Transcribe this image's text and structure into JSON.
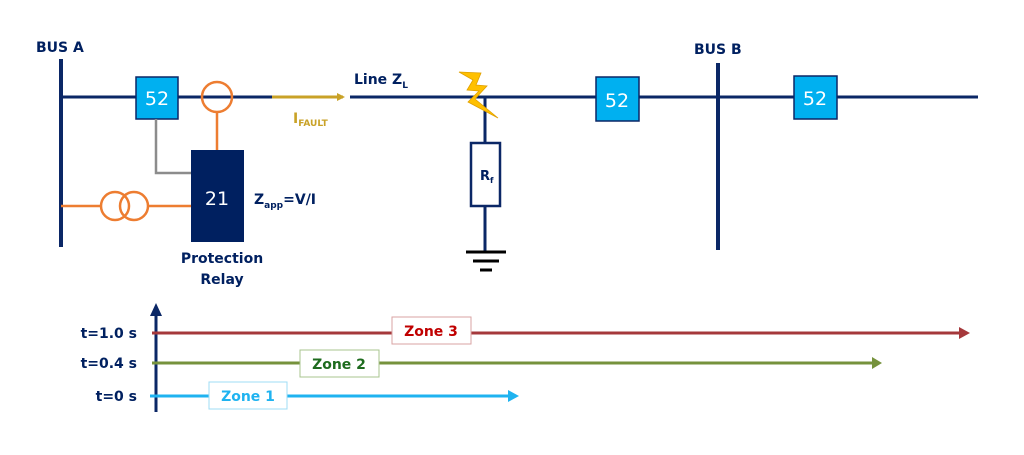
{
  "colors": {
    "bus": "#0b2766",
    "breaker": "#00b0f0",
    "relay": "#002060",
    "instrument": "#ed7d31",
    "control_wire": "#8c8c8c",
    "fault_current": "#c9a227",
    "fault_bolt": "#ffc000",
    "zone1": "#1fb3f0",
    "zone2": "#76923c",
    "zone3": "#a5383b",
    "zone1_text": "#1fb3f0",
    "zone2_text": "#1e6b1e",
    "zone3_text": "#c00000"
  },
  "buses": {
    "a": "BUS A",
    "b": "BUS B"
  },
  "breakers": [
    {
      "label": "52"
    },
    {
      "label": "52"
    },
    {
      "label": "52"
    }
  ],
  "relay": {
    "code": "21",
    "name_line1": "Protection",
    "name_line2": "Relay",
    "impedance_main": "Z",
    "impedance_sub": "app",
    "impedance_rest": "=V/I"
  },
  "line": {
    "label_main": "Line Z",
    "label_sub": "L"
  },
  "fault_current": {
    "main": "I",
    "sub": "FAULT"
  },
  "fault_resistor": {
    "main": "R",
    "sub": "f"
  },
  "timeline": {
    "levels": [
      {
        "time_label": "t=1.0 s",
        "zone": "Zone 3"
      },
      {
        "time_label": "t=0.4 s",
        "zone": "Zone 2"
      },
      {
        "time_label": "t=0 s",
        "zone": "Zone 1"
      }
    ]
  }
}
